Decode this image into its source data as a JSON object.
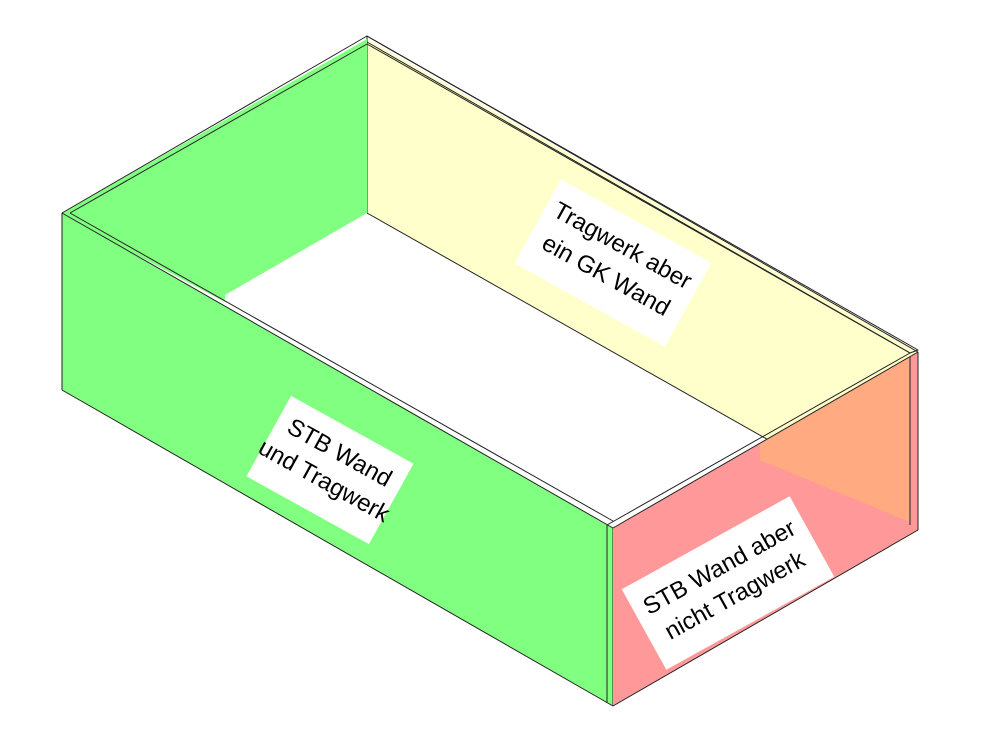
{
  "labels": {
    "left_wall": [
      "STB Wand",
      "und Tragwerk"
    ],
    "back_wall": [
      "Tragwerk aber",
      "ein GK Wand"
    ],
    "front_right_wall": [
      "STB Wand aber",
      "nicht Tragwerk"
    ]
  },
  "colors": {
    "structural_concrete_wall": "#80ff80",
    "structural_drywall": "#ffffcc",
    "non_structural_concrete_wall": "#ff9999",
    "overlap": "#ffaa80",
    "label_background": "#ffffff",
    "edge": "#222222"
  }
}
